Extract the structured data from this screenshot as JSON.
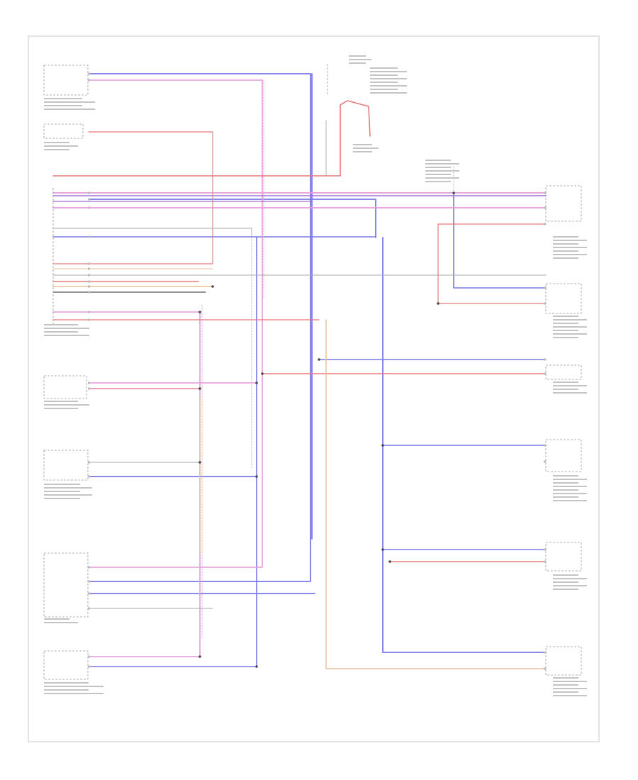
{
  "diagram": {
    "document_id": "",
    "has_legible_text": false,
    "wire_colors": {
      "blue": "#7a7ae8",
      "pink": "#e59ad8",
      "red": "#e87a7a",
      "orange": "#e8c09a",
      "purple": "#a070d8",
      "black": "#555555",
      "gray": "#a8a8a8",
      "splice": "#4a4a4a"
    },
    "left_components": [
      "connector",
      "connector",
      "connector",
      "connector",
      "connector",
      "connector",
      "connector",
      "connector"
    ],
    "right_components": [
      "connector",
      "connector",
      "connector",
      "connector",
      "connector",
      "connector",
      "connector"
    ]
  }
}
